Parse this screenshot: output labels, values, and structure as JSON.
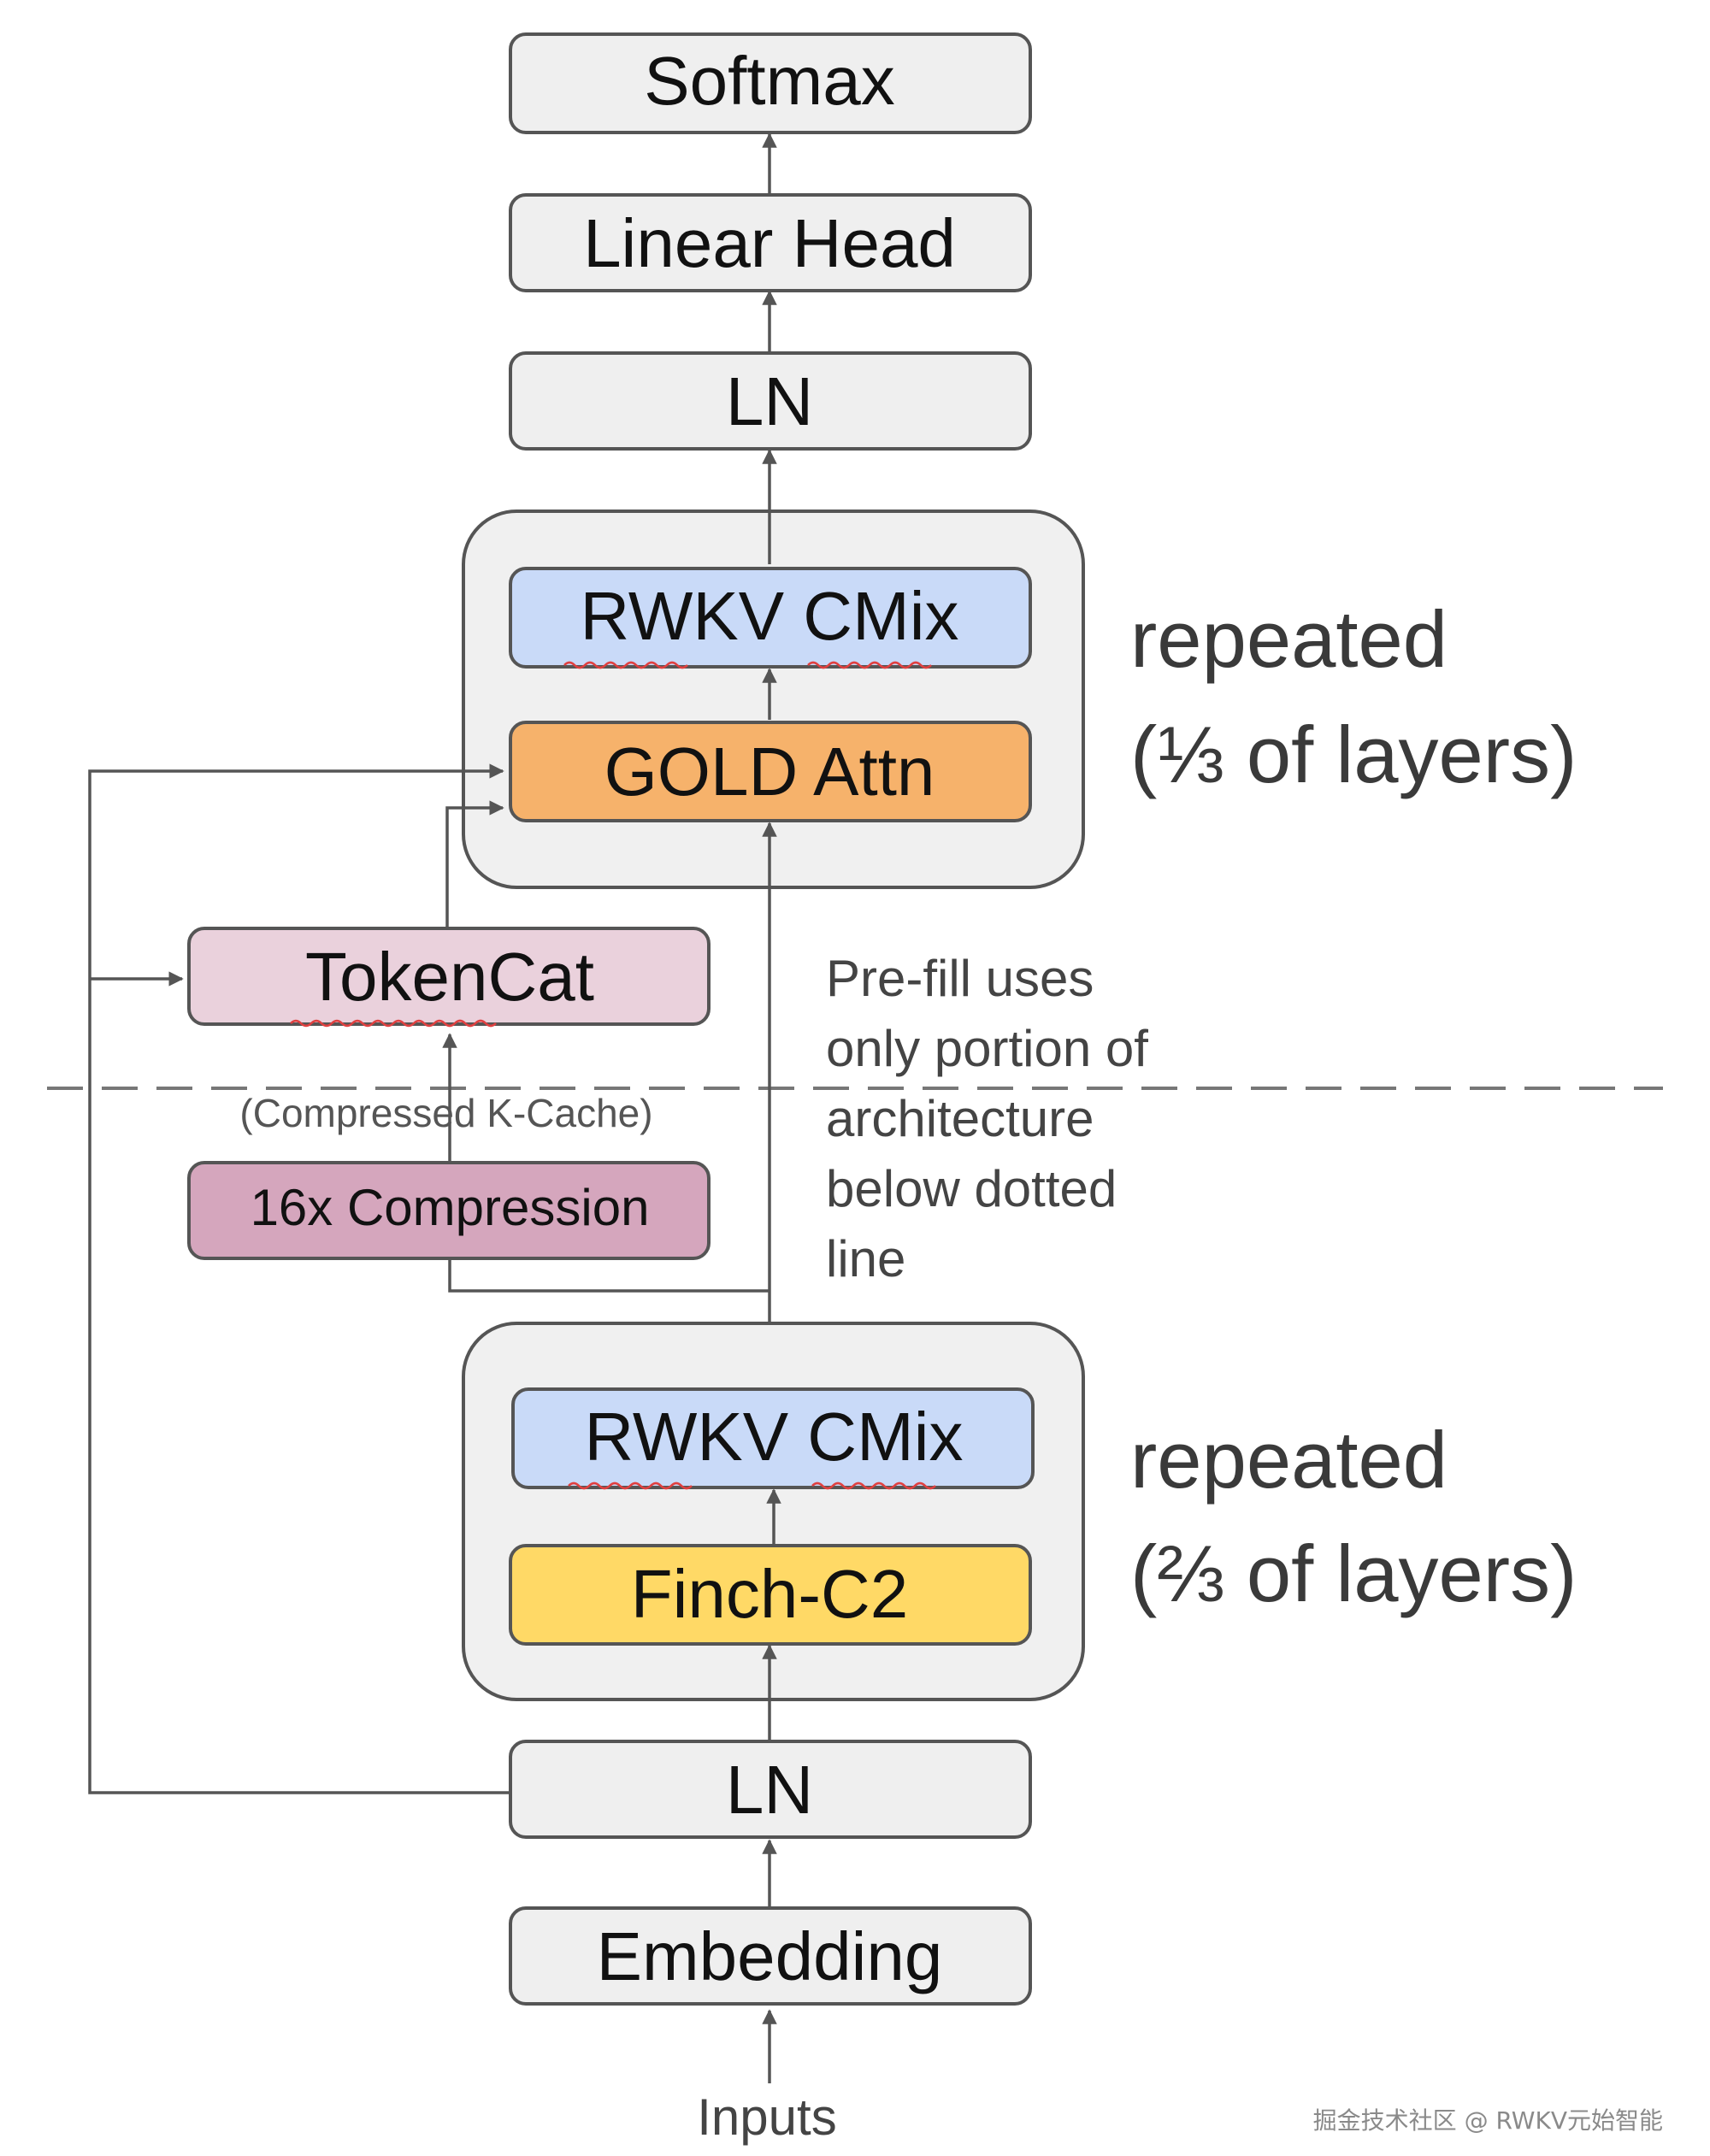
{
  "blocks": {
    "softmax": "Softmax",
    "linear_head": "Linear Head",
    "ln_top": "LN",
    "rwkv_cmix_top": "RWKV CMix",
    "gold_attn": "GOLD Attn",
    "tokencat": "TokenCat",
    "compressed_kcache": "(Compressed K-Cache)",
    "compression": "16x Compression",
    "rwkv_cmix_bottom": "RWKV CMix",
    "finch_c2": "Finch-C2",
    "ln_bottom": "LN",
    "embedding": "Embedding",
    "inputs": "Inputs"
  },
  "annotations": {
    "repeated_top_line1": "repeated",
    "repeated_top_line2": "(⅓ of layers)",
    "repeated_bottom_line1": "repeated",
    "repeated_bottom_line2": "(⅔ of layers)",
    "prefill_note": [
      "Pre-fill uses",
      "only portion of",
      "architecture",
      "below dotted",
      "line"
    ]
  },
  "watermark": "掘金技术社区 @ RWKV元始智能",
  "colors": {
    "gray_box": "#efefef",
    "group_bg": "#f0f0f0",
    "cmix_blue": "#c9daf8",
    "gold_orange": "#f6b26b",
    "tokencat_pink": "#ead1dc",
    "compression_mauve": "#d5a6bd",
    "finch_yellow": "#ffd966",
    "border": "#555555",
    "arrow": "#555555"
  }
}
